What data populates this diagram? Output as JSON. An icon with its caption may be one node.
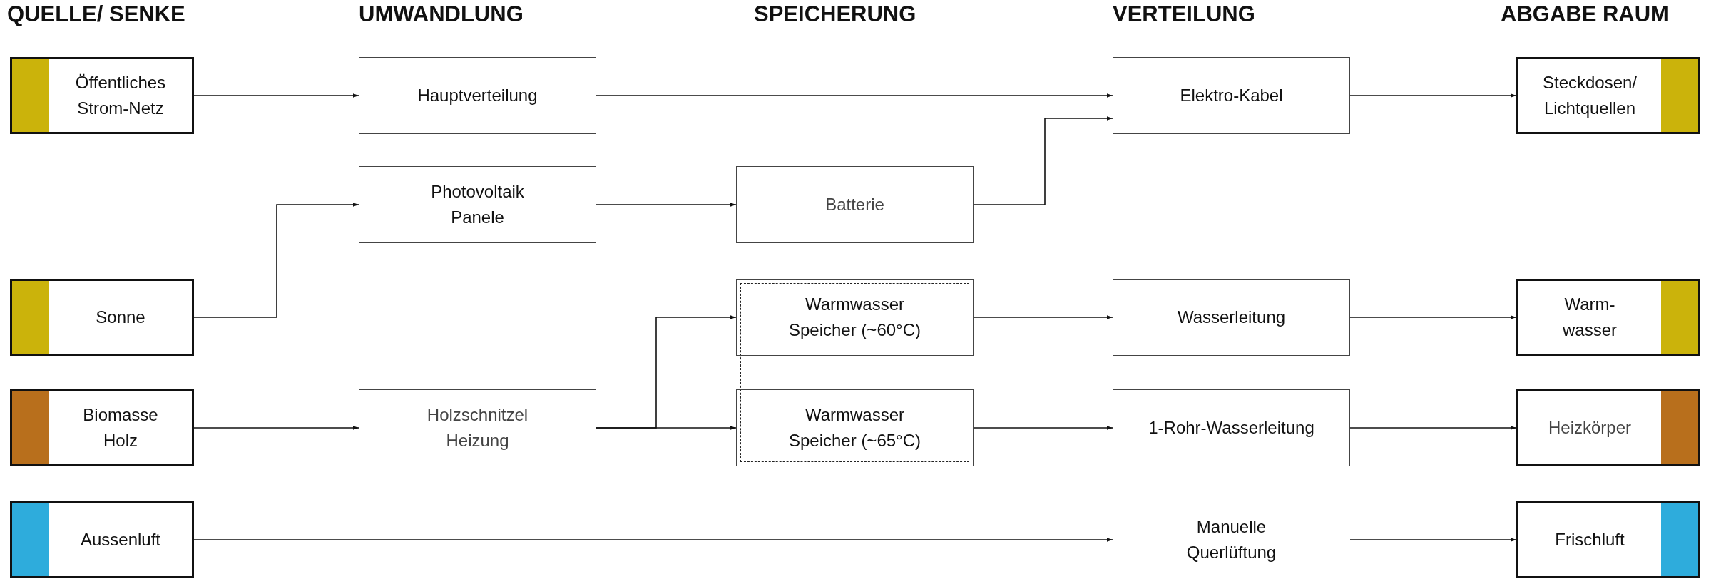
{
  "diagram": {
    "nodes": [
      {
        "text": [
          "Öffentliches Strom-Netz"
        ]
      },
      {
        "text": [
          "Hauptverteilung"
        ]
      },
      {
        "text": [
          "Elektro-Kabel"
        ]
      },
      {
        "text": [
          "Steckdosen/ Lichtquellen"
        ]
      },
      {
        "text": [
          "Photovoltaik Panele"
        ]
      },
      {
        "text": [
          "Batterie"
        ]
      },
      {
        "text": [
          "Sonne"
        ]
      },
      {
        "text": [
          "Warmwasser Speicher (~60°C)"
        ]
      },
      {
        "text": [
          "Wasserleitung"
        ]
      },
      {
        "text": [
          "Warm- wasser"
        ]
      },
      {
        "text": [
          "Biomasse Holz"
        ]
      },
      {
        "text": [
          "Holzschnitzel Heizung"
        ]
      },
      {
        "text": [
          "Warmwasser Speicher (~65°C)"
        ]
      },
      {
        "text": [
          "1-Rohr-Wasserleitung"
        ]
      },
      {
        "text": [
          "Heizkörper"
        ]
      },
      {
        "text": [
          "Aussenluft"
        ]
      },
      {
        "text": [
          "Manuelle Querlüftung"
        ]
      },
      {
        "text": [
          "Frischluft"
        ]
      },
      {
        "text": [],
        "shape": "box"
      }
    ],
    "edges": [
      {
        "from": 0,
        "to": 1,
        "arrow": "to"
      },
      {
        "from": 1,
        "to": 2,
        "arrow": "to"
      },
      {
        "from": 2,
        "to": 3,
        "arrow": "to"
      },
      {
        "from": 6,
        "to": 4,
        "arrow": "to"
      },
      {
        "from": 4,
        "to": 5,
        "arrow": "to"
      },
      {
        "from": 5,
        "to": 2,
        "arrow": "to"
      },
      {
        "from": 7,
        "to": 8,
        "arrow": "to"
      },
      {
        "from": 8,
        "to": 9,
        "arrow": "to"
      },
      {
        "from": 10,
        "to": 11,
        "arrow": "to"
      },
      {
        "from": 11,
        "to": 7,
        "arrow": "to"
      },
      {
        "from": 11,
        "to": 12,
        "arrow": "to"
      },
      {
        "from": 12,
        "to": 13,
        "arrow": "to"
      },
      {
        "from": 13,
        "to": 14,
        "arrow": "to"
      },
      {
        "from": 15,
        "to": 16,
        "arrow": "to"
      },
      {
        "from": 16,
        "to": 17,
        "arrow": "to"
      }
    ],
    "labels": [
      "QUELLE/ SENKE",
      "UMWANDLUNG",
      "SPEICHERUNG",
      "VERTEILUNG",
      "ABGABE RAUM"
    ]
  }
}
